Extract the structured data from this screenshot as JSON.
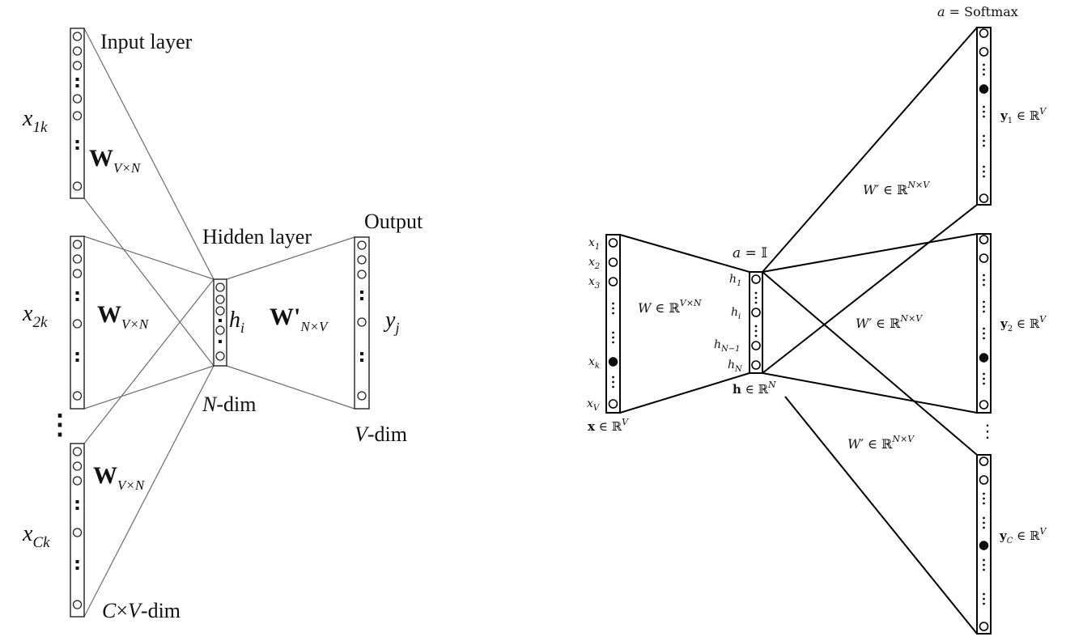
{
  "left_diagram": {
    "input_title": "Input layer",
    "hidden_title": "Hidden layer",
    "output_title": "Output",
    "x1": {
      "base": "x",
      "sub": "1k"
    },
    "x2": {
      "base": "x",
      "sub": "2k"
    },
    "xc": {
      "base": "x",
      "sub": "Ck"
    },
    "w_matrix": {
      "base": "W",
      "sub": "V×N"
    },
    "w_prime": {
      "base": "W'",
      "sub": "N×V"
    },
    "hidden_node": {
      "base": "h",
      "sub": "i"
    },
    "output_node": {
      "base": "y",
      "sub": "j"
    },
    "ellipsis": "⋮",
    "n_dim": {
      "var": "N",
      "rest": "-dim"
    },
    "v_dim": {
      "var": "V",
      "rest": "-dim"
    },
    "cv_dim": {
      "var1": "C",
      "times": "×",
      "var2": "V",
      "rest": "-dim"
    }
  },
  "right_diagram": {
    "softmax": {
      "lhs": "a",
      "eq": " = ",
      "rhs": "Softmax"
    },
    "identity": {
      "lhs": "a",
      "eq": " = ",
      "rhs": "𝕀"
    },
    "inputs": [
      {
        "base": "x",
        "sub": "1"
      },
      {
        "base": "x",
        "sub": "2"
      },
      {
        "base": "x",
        "sub": "3"
      },
      {
        "base": "x",
        "sub": "k"
      },
      {
        "base": "x",
        "sub": "V"
      }
    ],
    "hidden": [
      {
        "base": "h",
        "sub": "1"
      },
      {
        "base": "h",
        "sub": "i"
      },
      {
        "base": "h",
        "sub": "N−1"
      },
      {
        "base": "h",
        "sub": "N"
      }
    ],
    "x_vec": {
      "base": "x",
      "in": " ∈ ℝ",
      "sup": "V"
    },
    "h_vec": {
      "base": "h",
      "in": " ∈ ℝ",
      "sup": "N"
    },
    "w": {
      "base": "W",
      "in": " ∈ ℝ",
      "sup": "V×N"
    },
    "w_prime": {
      "base": "W′",
      "in": " ∈ ℝ",
      "sup": "N×V"
    },
    "outputs": [
      {
        "base": "y",
        "sub": "1",
        "in": " ∈ ℝ",
        "sup": "V"
      },
      {
        "base": "y",
        "sub": "2",
        "in": " ∈ ℝ",
        "sup": "V"
      },
      {
        "base": "y",
        "sub": "C",
        "in": " ∈ ℝ",
        "sup": "V"
      }
    ],
    "ellipsis": "⋮"
  }
}
